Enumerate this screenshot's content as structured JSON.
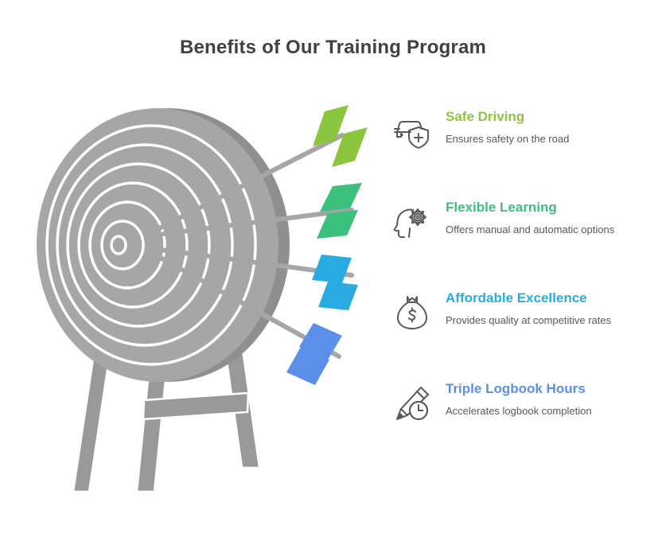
{
  "header": {
    "title": "Benefits of Our Training Program"
  },
  "illustration": {
    "name": "archery-target-with-arrows",
    "target_color": "#A6A6A6",
    "target_ring_color": "#FFFFFF",
    "stand_color": "#999999",
    "arrow_shaft_color": "#A6A6A6",
    "rings": 6,
    "arrows": [
      {
        "name": "arrow-safe-driving",
        "fletching_color": "#8CC63F"
      },
      {
        "name": "arrow-flexible-learning",
        "fletching_color": "#3DBF7E"
      },
      {
        "name": "arrow-affordable-excellence",
        "fletching_color": "#29ABE2"
      },
      {
        "name": "arrow-triple-logbook-hours",
        "fletching_color": "#5B8FE8"
      }
    ]
  },
  "benefits": [
    {
      "icon": "car-shield-icon",
      "title": "Safe Driving",
      "description": "Ensures safety on the road",
      "color": "#8CC63F"
    },
    {
      "icon": "head-gear-icon",
      "title": "Flexible Learning",
      "description": "Offers manual and automatic options",
      "color": "#3DBF7E"
    },
    {
      "icon": "money-bag-icon",
      "title": "Affordable Excellence",
      "description": "Provides quality at competitive rates",
      "color": "#29ABE2"
    },
    {
      "icon": "pencil-clock-icon",
      "title": "Triple Logbook Hours",
      "description": "Accelerates logbook completion",
      "color": "#5B8FE8"
    }
  ]
}
